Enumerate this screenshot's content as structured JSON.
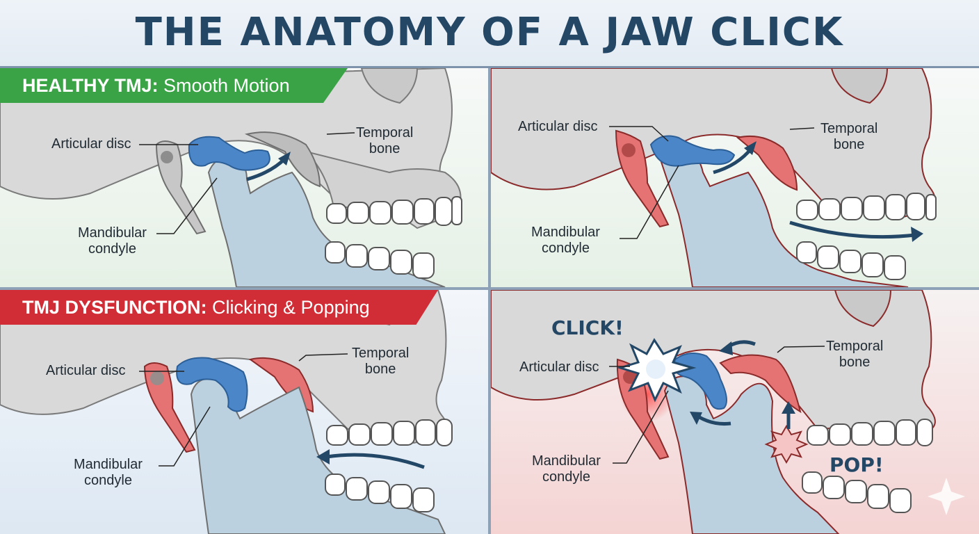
{
  "title": "THE ANATOMY OF A JAW CLICK",
  "healthy": {
    "heading_bold": "HEALTHY TMJ:",
    "heading_rest": " Smooth Motion"
  },
  "dysfunction": {
    "heading_bold": "TMJ DYSFUNCTION:",
    "heading_rest": " Clicking & Popping"
  },
  "labels": {
    "articular_disc": "Articular disc",
    "temporal_line1": "Temporal",
    "temporal_line2": "bone",
    "mandibular_line1": "Mandibular",
    "mandibular_line2": "condyle"
  },
  "effects": {
    "click": "CLICK!",
    "pop": "POP!"
  },
  "colors": {
    "bone": "#d9d9d9",
    "disc": "#4a86c8",
    "jaw": "#bcd1e0",
    "inflamed": "#e57373",
    "arrow": "#234766",
    "healthy_banner": "#3aa346",
    "dysfunction_banner": "#d12d36"
  }
}
